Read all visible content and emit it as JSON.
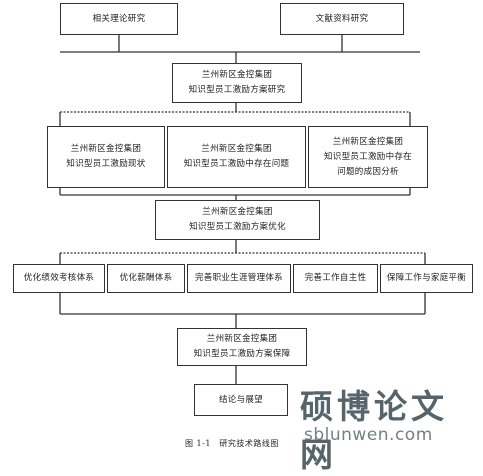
{
  "diagram": {
    "research_related_theory": "相关理论研究",
    "research_literature": "文献资料研究",
    "plan_research": [
      "兰州新区金控集团",
      "知识型员工激励方案研究"
    ],
    "status_quo": [
      "兰州新区金控集团",
      "知识型员工激励现状"
    ],
    "problems": [
      "兰州新区金控集团",
      "知识型员工激励中存在问题"
    ],
    "causes": [
      "兰州新区金控集团",
      "知识型员工激励中存在",
      "问题的成因分析"
    ],
    "plan_optimization": [
      "兰州新区金控集团",
      "知识型员工激励方案优化"
    ],
    "optimizations": [
      "优化绩效考核体系",
      "优化薪酬体系",
      "完善职业生涯管理体系",
      "完善工作自主性",
      "保障工作与家庭平衡"
    ],
    "plan_guarantee": [
      "兰州新区金控集团",
      "知识型员工激励方案保障"
    ],
    "conclusion": "结论与展望"
  },
  "caption": "图 1-1　研究技术路线图",
  "watermark": {
    "chinese": "硕博论文网",
    "url": "sblunwen.com"
  },
  "colors": {
    "line": "#333333",
    "watermark": "#3a4a52"
  }
}
